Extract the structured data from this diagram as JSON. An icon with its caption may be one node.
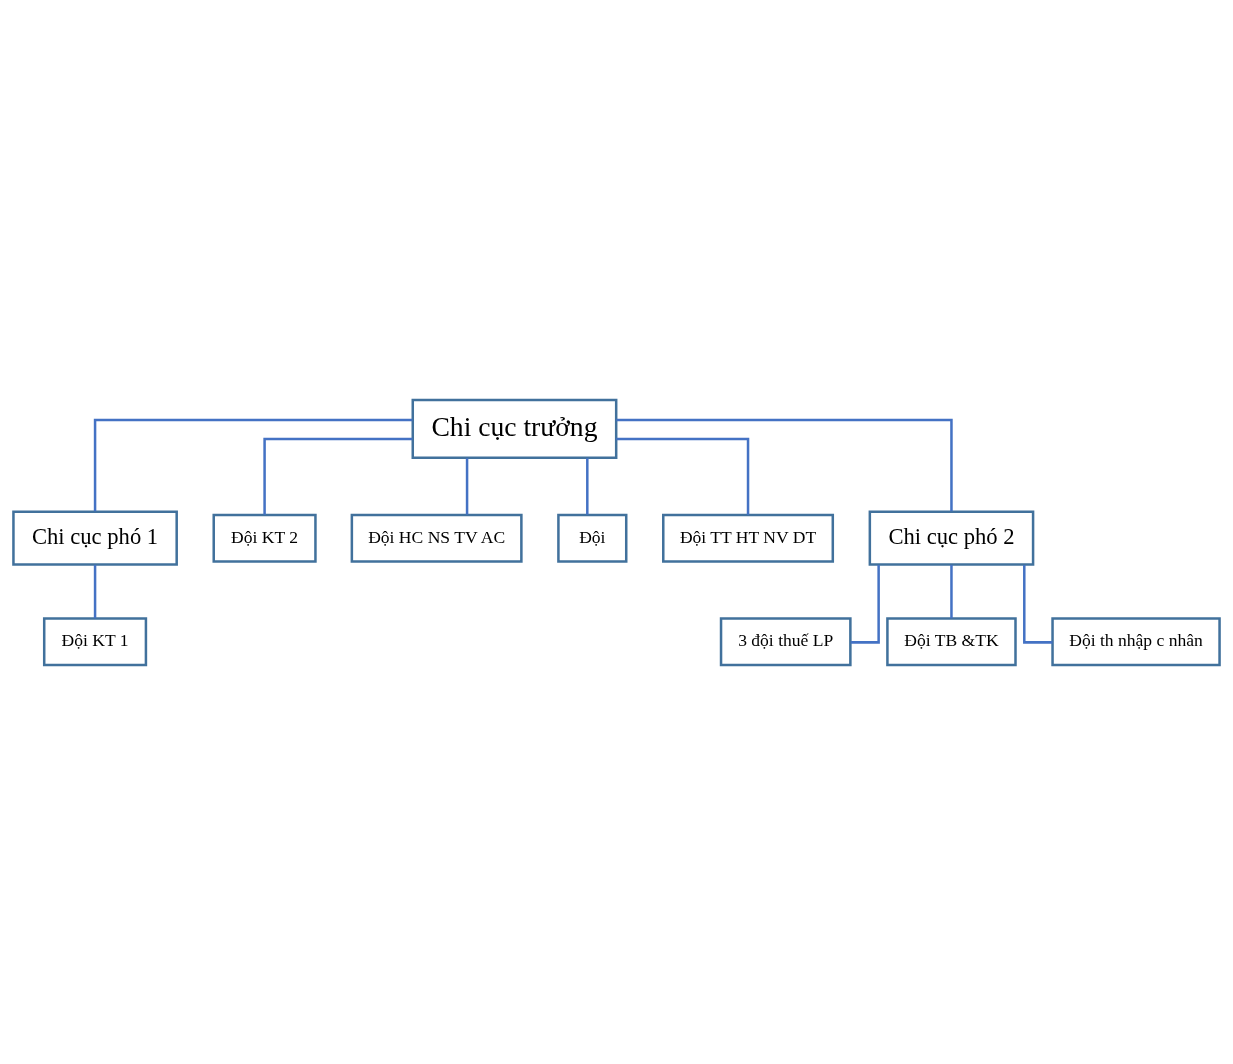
{
  "diagram": {
    "nodes": [
      {
        "text": [
          "Chi cục trưởng"
        ]
      },
      {
        "text": [
          "Chi cục phó 1"
        ]
      },
      {
        "text": [
          "Đội KT 2"
        ]
      },
      {
        "text": [
          "Đội HC NS TV AC"
        ]
      },
      {
        "text": [
          "Đội"
        ]
      },
      {
        "text": [
          "Đội TT HT NV DT"
        ]
      },
      {
        "text": [
          "Chi cục phó 2"
        ]
      },
      {
        "text": [
          "3 đội thuế LP"
        ]
      },
      {
        "text": [
          "Đội TB &TK"
        ]
      },
      {
        "text": [
          "Đội th nhập c nhân"
        ]
      },
      {
        "text": [
          "Đội KT 1"
        ]
      }
    ],
    "edges": [
      {
        "from": 0,
        "to": 1,
        "arrow": "none"
      },
      {
        "from": 0,
        "to": 2,
        "arrow": "none"
      },
      {
        "from": 0,
        "to": 3,
        "arrow": "none"
      },
      {
        "from": 0,
        "to": 4,
        "arrow": "none"
      },
      {
        "from": 0,
        "to": 5,
        "arrow": "none"
      },
      {
        "from": 0,
        "to": 6,
        "arrow": "none"
      },
      {
        "from": 1,
        "to": 10,
        "arrow": "none"
      },
      {
        "from": 6,
        "to": 7,
        "arrow": "none"
      },
      {
        "from": 6,
        "to": 8,
        "arrow": "none"
      },
      {
        "from": 6,
        "to": 9,
        "arrow": "none"
      }
    ]
  }
}
